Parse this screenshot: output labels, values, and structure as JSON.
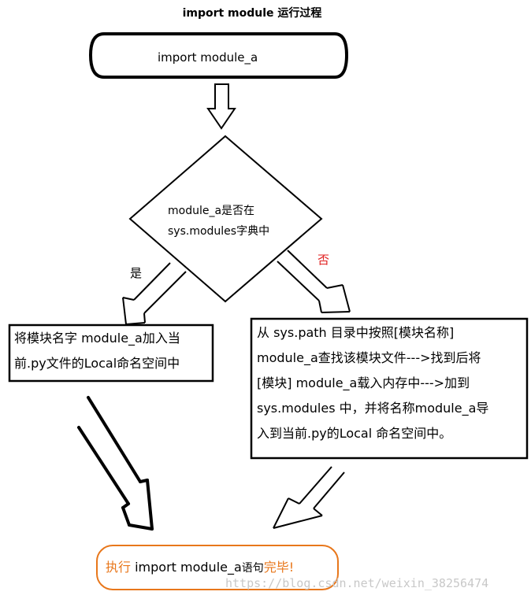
{
  "title": "import module 运行过程",
  "start": {
    "label": "import module_a"
  },
  "decision": {
    "line1": "module_a是否在",
    "line2": "sys.modules字典中"
  },
  "branches": {
    "yes": "是",
    "no": "否"
  },
  "box_left": {
    "line1": "将模块名字 module_a加入当",
    "line2": "前.py文件的Local命名空间中"
  },
  "box_right": {
    "line1": "从 sys.path 目录中按照[模块名称]",
    "line2": "module_a查找该模块文件--->找到后将",
    "line3": "[模块] module_a载入内存中--->加到",
    "line4": "sys.modules 中，并将名称module_a导",
    "line5": "入到当前.py的Local 命名空间中。"
  },
  "end": {
    "part1": "执行",
    "part2": " import module_a",
    "part3": "语句",
    "part4": "完毕!"
  },
  "watermark": "https://blog.csdn.net/weixin_38256474",
  "colors": {
    "no_label": "#e02020",
    "end_border": "#e8771b",
    "end_highlight": "#e8771b"
  }
}
